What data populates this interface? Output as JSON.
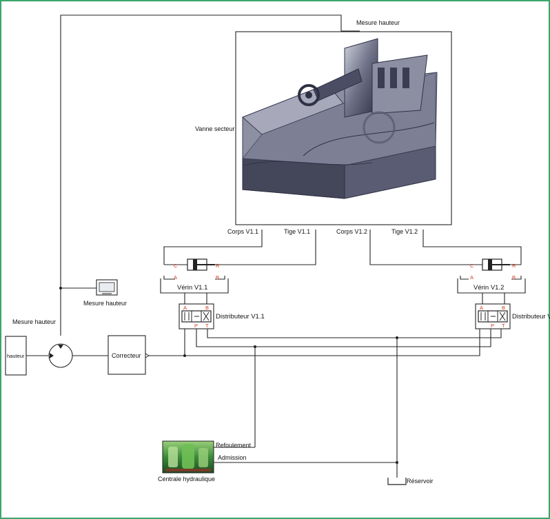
{
  "labels": {
    "mesure_hauteur_top": "Mesure hauteur",
    "vanne_secteur": "Vanne secteur",
    "mesure_hauteur_scope": "Mesure hauteur",
    "mesure_hauteur_left": "Mesure hauteur",
    "hauteur_block": "hauteur",
    "correcteur": "Correcteur",
    "corps_v11": "Corps V1.1",
    "tige_v11": "Tige V1.1",
    "corps_v12": "Corps V1.2",
    "tige_v12": "Tige V1.2",
    "verin_v11": "Vérin V1.1",
    "verin_v12": "Vérin V1.2",
    "distributeur_v11": "Distributeur V1.1",
    "distributeur_v12": "Distributeur V",
    "refoulement": "Refoulement",
    "admission": "Admission",
    "centrale": "Centrale hydraulique",
    "reservoir": "Réservoir"
  },
  "port_letters": {
    "c": "C",
    "r": "R",
    "a": "A",
    "b": "B",
    "p": "P",
    "t": "T"
  },
  "colors": {
    "frame_border": "#3aa66a",
    "port_red": "#d23a1a",
    "valve_body": "#3c3f55",
    "pump_green": "#2f8a3a"
  }
}
